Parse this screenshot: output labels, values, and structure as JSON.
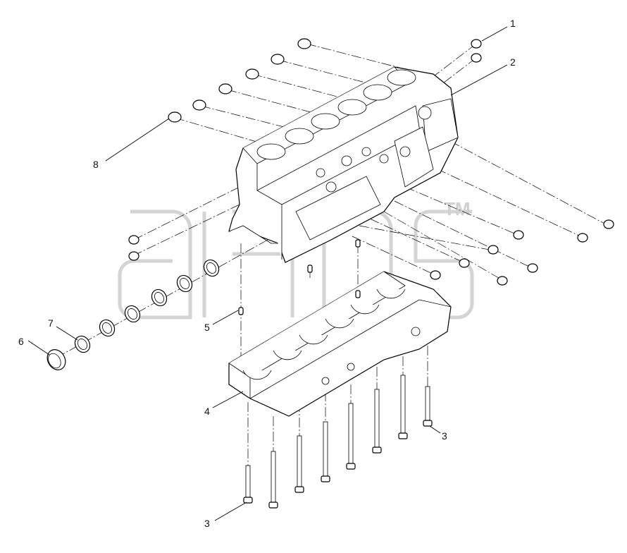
{
  "diagram": {
    "callouts": [
      "1",
      "2",
      "3",
      "3",
      "4",
      "5",
      "6",
      "7",
      "8"
    ],
    "watermark_mark": "TM"
  },
  "colors": {
    "line": "#000000",
    "watermark": "#d0d0d0",
    "background": "#ffffff"
  }
}
